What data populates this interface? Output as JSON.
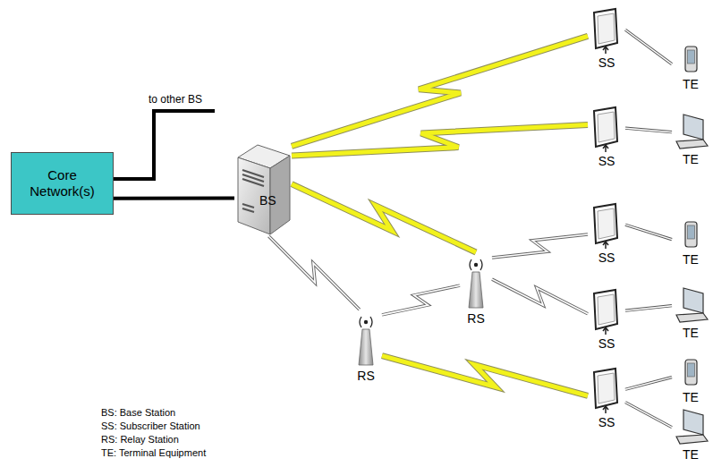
{
  "diagram": {
    "nodes": [
      {
        "text": [
          "Core Network(s)"
        ]
      },
      {
        "text": [
          "BS"
        ]
      },
      {
        "text": [
          "SS"
        ]
      },
      {
        "text": [
          "TE"
        ]
      },
      {
        "text": [
          "SS"
        ]
      },
      {
        "text": [
          "TE"
        ]
      },
      {
        "text": [
          "SS"
        ]
      },
      {
        "text": [
          "TE"
        ]
      },
      {
        "text": [
          "RS"
        ]
      },
      {
        "text": [
          "SS"
        ]
      },
      {
        "text": [
          "TE"
        ]
      },
      {
        "text": [
          "RS"
        ]
      },
      {
        "text": [
          "SS"
        ]
      },
      {
        "text": [
          "TE"
        ]
      },
      {
        "text": [
          "TE"
        ]
      }
    ],
    "edges": [
      {
        "from": 0,
        "to": 1,
        "arrow": "none"
      },
      {
        "from": 1,
        "to": 2,
        "arrow": "none"
      },
      {
        "from": 1,
        "to": 4,
        "arrow": "none"
      },
      {
        "from": 1,
        "to": 8,
        "arrow": "none"
      },
      {
        "from": 1,
        "to": 11,
        "arrow": "none"
      },
      {
        "from": 11,
        "to": 8,
        "arrow": "none"
      },
      {
        "from": 8,
        "to": 6,
        "arrow": "none"
      },
      {
        "from": 8,
        "to": 9,
        "arrow": "none"
      },
      {
        "from": 11,
        "to": 12,
        "arrow": "none"
      },
      {
        "from": 2,
        "to": 3,
        "arrow": "none"
      },
      {
        "from": 4,
        "to": 5,
        "arrow": "none"
      },
      {
        "from": 6,
        "to": 7,
        "arrow": "none"
      },
      {
        "from": 9,
        "to": 10,
        "arrow": "none"
      },
      {
        "from": 12,
        "to": 13,
        "arrow": "none"
      },
      {
        "from": 12,
        "to": 14,
        "arrow": "none"
      }
    ],
    "labels": [
      "to other BS",
      "BS: Base Station",
      "SS: Subscriber Station",
      "RS: Relay Station",
      "TE: Terminal Equipment"
    ]
  }
}
